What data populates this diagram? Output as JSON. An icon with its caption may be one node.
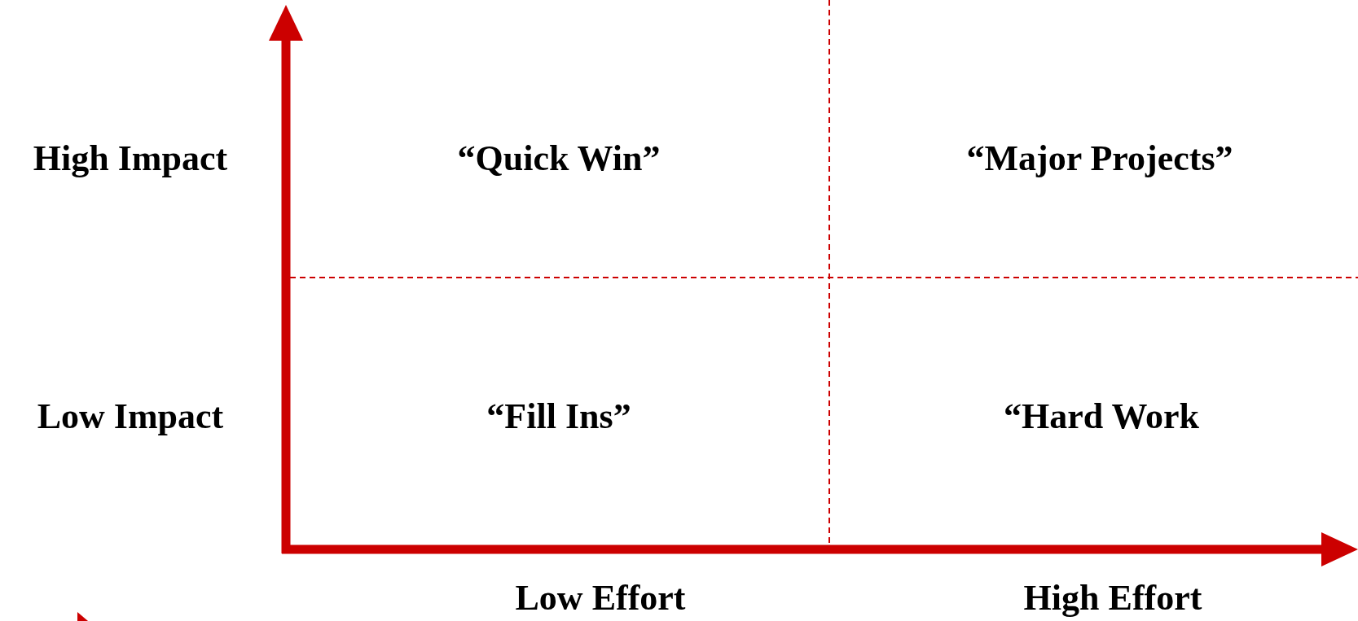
{
  "diagram": {
    "labels": [
      "High Impact",
      "“Quick Win”",
      "“Major Projects”",
      "Low Impact",
      "“Fill Ins”",
      "“Hard Work",
      "Low Effort",
      "High Effort"
    ]
  }
}
